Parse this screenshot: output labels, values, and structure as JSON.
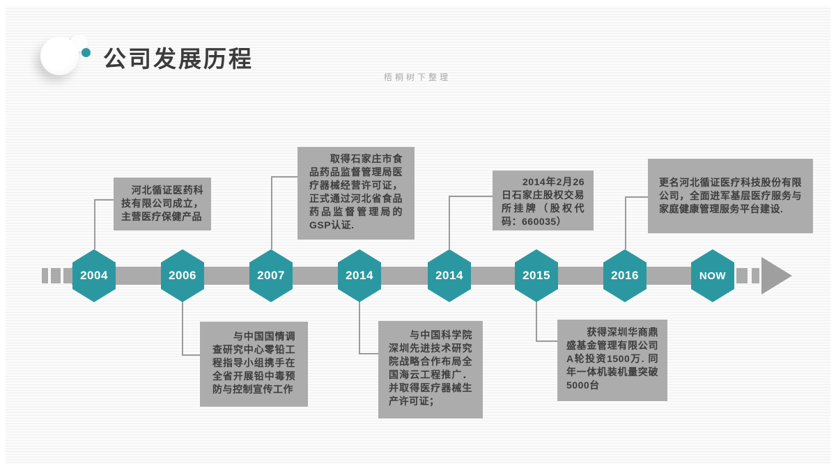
{
  "slide": {
    "title": "公司发展历程",
    "watermark": "梧桐树下整理",
    "colors": {
      "accent_teal": "#2b98a1",
      "timeline_gray": "#ababab",
      "box_gray": "#acacac",
      "title_dark": "#3b3b3b"
    }
  },
  "timeline": {
    "milestones": [
      {
        "year": "2004",
        "position": "above",
        "text": "　河北循证医药科技有限公司成立，主营医疗保健产品"
      },
      {
        "year": "2006",
        "position": "below",
        "text": "　　与中国国情调查研究中心零铅工程指导小组携手在全省开展铅中毒预防与控制宣传工作"
      },
      {
        "year": "2007",
        "position": "above",
        "text": "　　取得石家庄市食品药品监督管理局医疗器械经营许可证，正式通过河北省食品药品监督管理局的GSP认证."
      },
      {
        "year": "2014",
        "position": "below",
        "text": "　　与中国科学院深圳先进技术研究院战略合作布局全国海云工程推广．并取得医疗器械生产许可证；"
      },
      {
        "year": "2014",
        "position": "above",
        "text": "　　2014年2月26日石家庄股权交易所挂牌（股权代码：660035）"
      },
      {
        "year": "2015",
        "position": "below",
        "text": "　　获得深圳华商鼎盛基金管理有限公司A轮投资1500万. 同年一体机装机量突破5000台"
      },
      {
        "year": "2016",
        "position": "above",
        "text": "更名河北循证医疗科技股份有限公司，全面进军基层医疗服务与家庭健康管理服务平台建设."
      },
      {
        "year": "NOW",
        "position": "none",
        "text": ""
      }
    ]
  }
}
